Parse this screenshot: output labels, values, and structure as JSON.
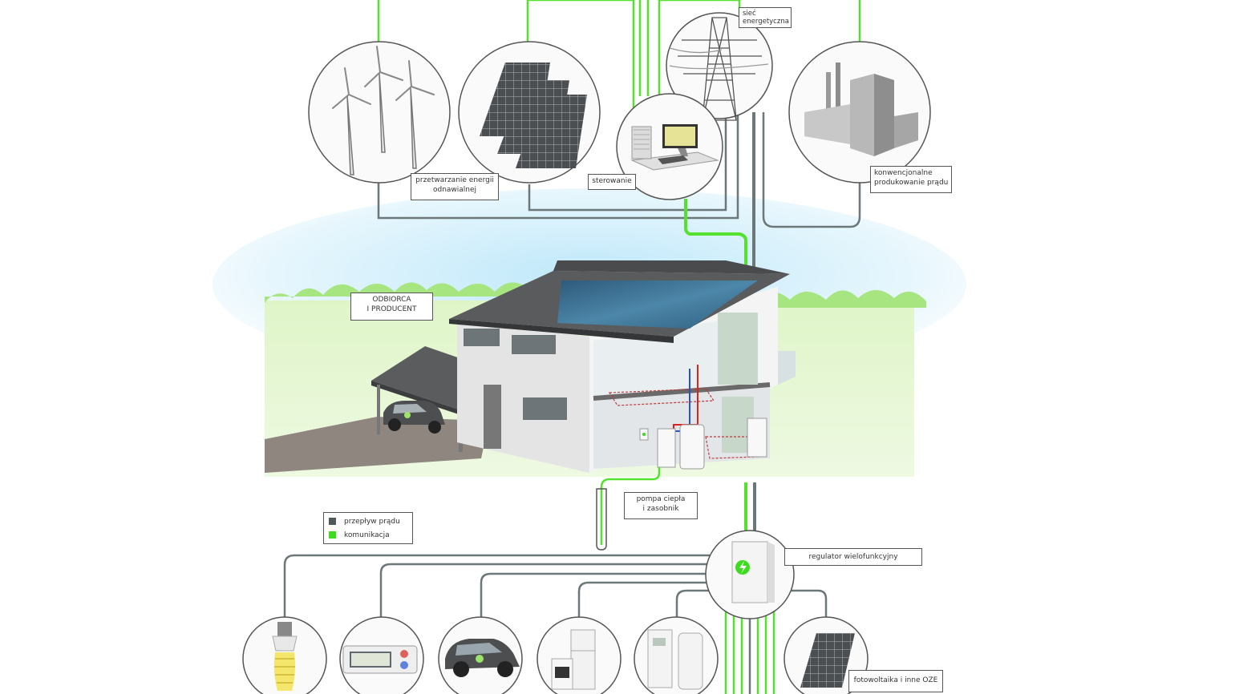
{
  "labels": {
    "renewable": [
      "przetwarzanie energii",
      "odnawialnej"
    ],
    "control": "sterowanie",
    "grid": [
      "sieć",
      "energetyczna"
    ],
    "conventional": [
      "konwencjonalne",
      "produkowanie prądu"
    ],
    "consumer": [
      "ODBIORCA",
      "I PRODUCENT"
    ],
    "heatpump": [
      "pompa ciepła",
      "i zasobnik"
    ],
    "regulator": "regulator wielofunkcyjny",
    "pv": "fotowoltaika i inne OZE"
  },
  "legend": [
    {
      "label": "przepływ prądu",
      "color": "#4d5a5c"
    },
    {
      "label": "komunikacja",
      "color": "#3ddc1f"
    }
  ],
  "colors": {
    "power_line": "#6b7778",
    "comm_line": "#55e22f",
    "sky": "#bfe8fa",
    "grass": "#e2f6cd",
    "tree": "#9de474",
    "road": "#8f8680",
    "solar": "#3c6e8e"
  }
}
